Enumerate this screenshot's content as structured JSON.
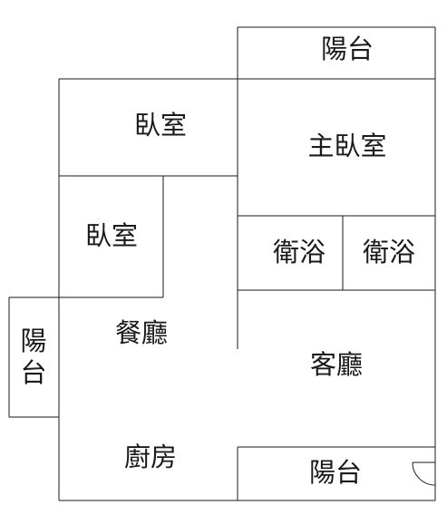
{
  "rooms": {
    "balcony_top": "陽台",
    "bedroom_upper": "臥室",
    "master_bedroom": "主臥室",
    "bedroom_lower": "臥室",
    "bathroom_left": "衛浴",
    "bathroom_right": "衛浴",
    "dining_room": "餐廳",
    "balcony_left_line1": "陽",
    "balcony_left_line2": "台",
    "living_room": "客廳",
    "kitchen": "廚房",
    "balcony_bottom": "陽台"
  }
}
